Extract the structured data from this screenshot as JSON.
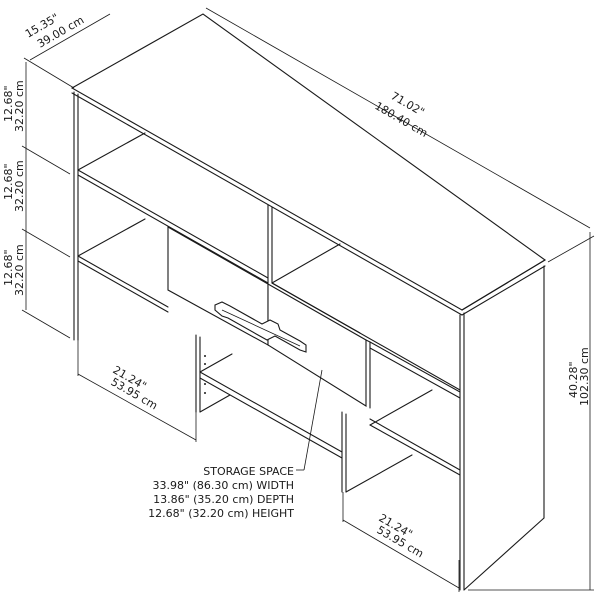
{
  "diagram": {
    "subject": "Hutch / bookcase unit with storage cubbies and flip-down door",
    "line_color": "#1a1a1a",
    "background": "#ffffff"
  },
  "dimensions": {
    "depth_top": {
      "inches": "15.35\"",
      "cm": "39.00 cm"
    },
    "width_top": {
      "inches": "71.02\"",
      "cm": "180.40 cm"
    },
    "height_total": {
      "inches": "40.28\"",
      "cm": "102.30 cm"
    },
    "shelf_height_1": {
      "inches": "12.68\"",
      "cm": "32.20 cm"
    },
    "shelf_height_2": {
      "inches": "12.68\"",
      "cm": "32.20 cm"
    },
    "shelf_height_3": {
      "inches": "12.68\"",
      "cm": "32.20 cm"
    },
    "bottom_left_width": {
      "inches": "21.24\"",
      "cm": "53.95 cm"
    },
    "bottom_right_width": {
      "inches": "21.24\"",
      "cm": "53.95 cm"
    }
  },
  "storage_note": {
    "title": "STORAGE SPACE",
    "width": "33.98\" (86.30 cm) WIDTH",
    "depth": "13.86\" (35.20 cm) DEPTH",
    "height": "12.68\" (32.20 cm) HEIGHT"
  }
}
